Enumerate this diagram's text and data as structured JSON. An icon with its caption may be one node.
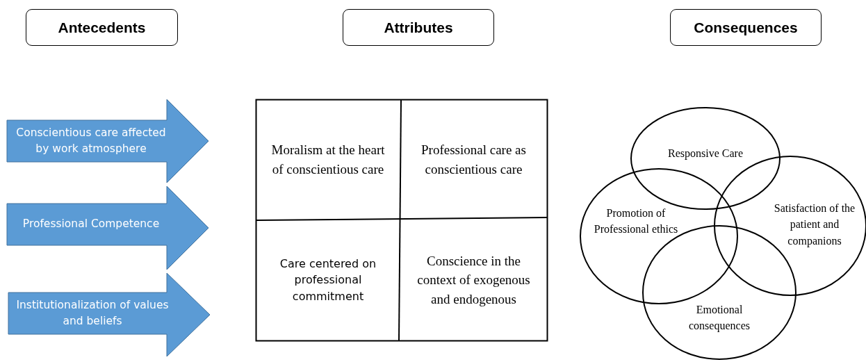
{
  "diagram": {
    "nodes": [
      {
        "text": [
          "Antecedents"
        ]
      },
      {
        "text": [
          "Attributes"
        ]
      },
      {
        "text": [
          "Consequences"
        ]
      },
      {
        "text": [
          "Conscientious care affected by work atmosphere"
        ]
      },
      {
        "text": [
          "Professional Competence"
        ]
      },
      {
        "text": [
          "Institutionalization of values and beliefs"
        ]
      },
      {
        "text": [
          "Moralism at the heart of conscientious care"
        ]
      },
      {
        "text": [
          "Professional care as conscientious care"
        ]
      },
      {
        "text": [
          "Care centered on professional commitment"
        ]
      },
      {
        "text": [
          "Conscience in the context of exogenous and endogenous"
        ]
      },
      {
        "text": [
          "Responsive Care"
        ]
      },
      {
        "text": [
          "Promotion of Professional ethics"
        ]
      },
      {
        "text": [
          "Satisfaction of the patient and companions"
        ]
      },
      {
        "text": [
          "Emotional consequences"
        ]
      }
    ],
    "edges": []
  }
}
